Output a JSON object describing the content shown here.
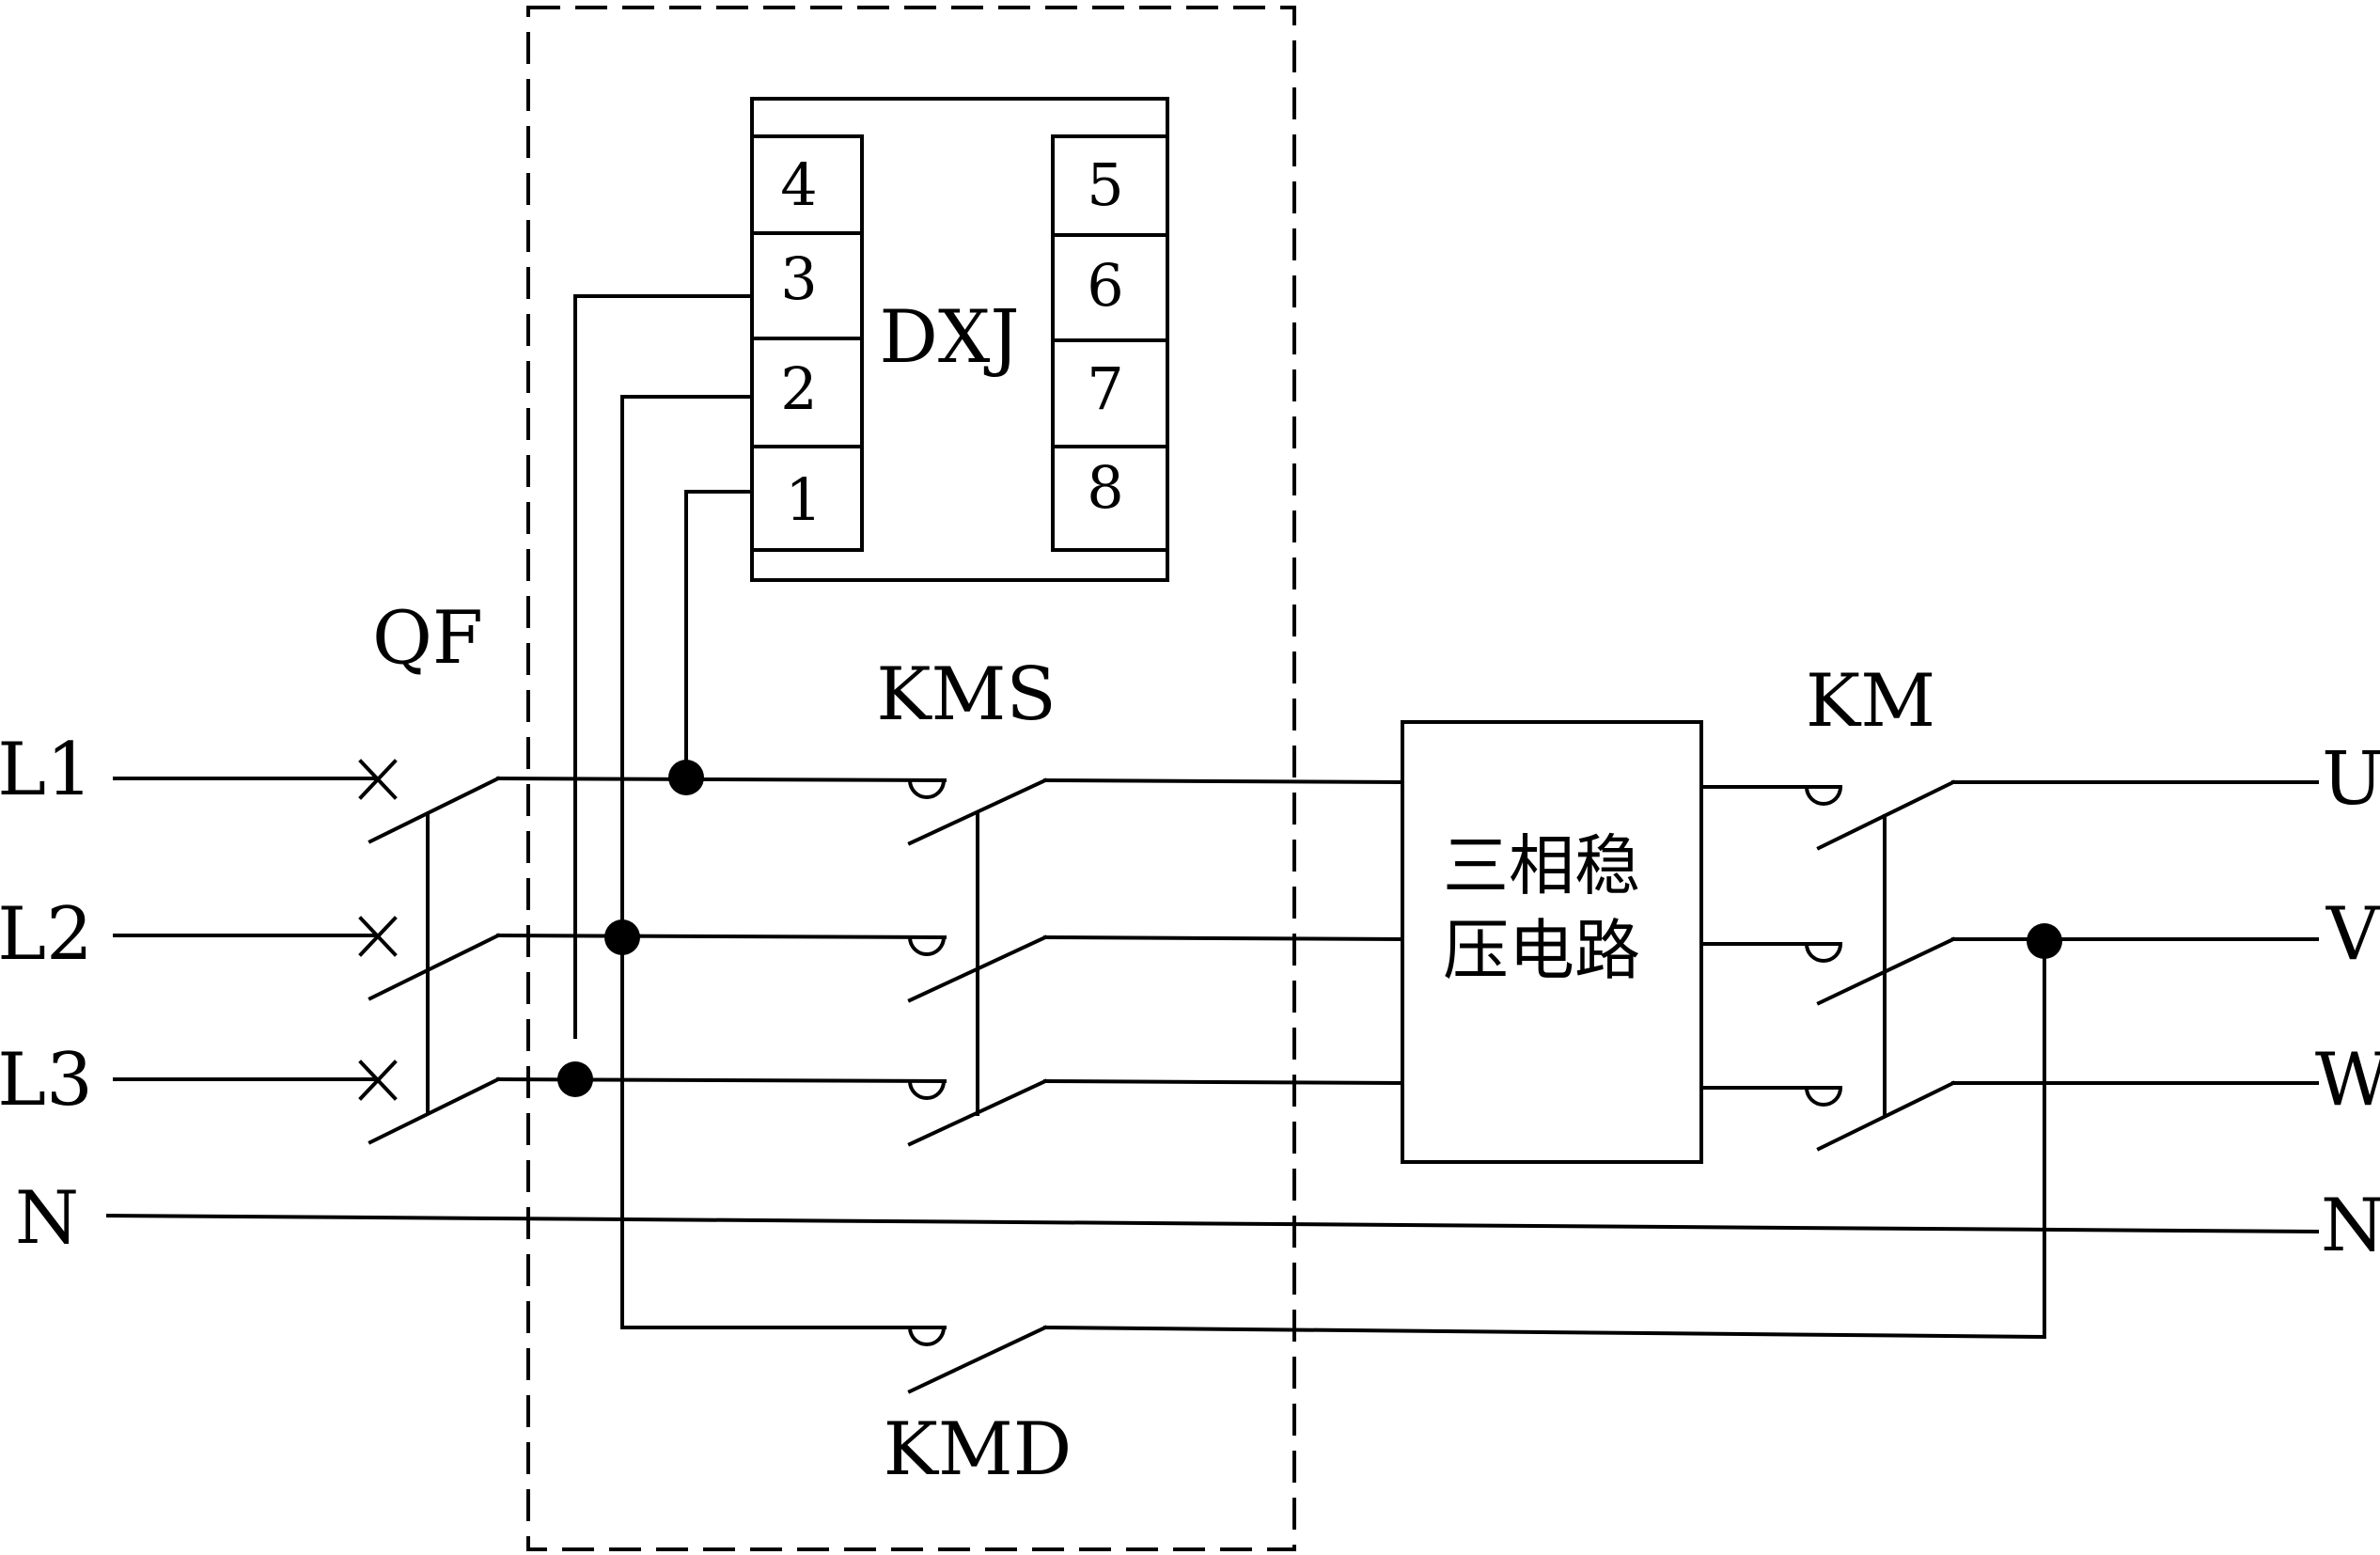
{
  "labels": {
    "qf": "QF",
    "kms": "KMS",
    "km": "KM",
    "kmd": "KMD",
    "dxj": "DXJ",
    "inputs": [
      "L1",
      "L2",
      "L3",
      "N"
    ],
    "outputs": [
      "U",
      "V",
      "W",
      "N"
    ],
    "pins_left": [
      "4",
      "3",
      "2",
      "1"
    ],
    "pins_right": [
      "5",
      "6",
      "7",
      "8"
    ],
    "regulator_line1": "三相稳",
    "regulator_line2": "压电路"
  }
}
